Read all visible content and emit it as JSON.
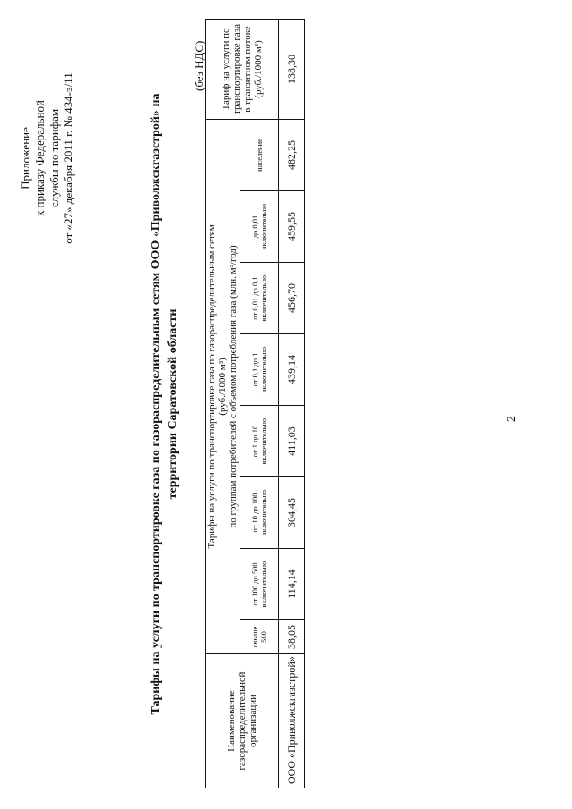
{
  "annex": {
    "line1": "Приложение",
    "line2": "к приказу Федеральной",
    "line3": "службы по тарифам",
    "line4": "от «27» декабря 2011 г. № 434-э/11"
  },
  "title": {
    "line1": "Тарифы на услуги по транспортировке газа по газораспределительным сетям ООО «Приволжскгазстрой» на",
    "line2": "территории Саратовской области"
  },
  "vat_note": "(без НДС)",
  "table": {
    "org_header": "Наименование газораспределительной организации",
    "tariff_header_line1": "Тарифы на услуги по транспортировке газа по газораспределительным сетям",
    "tariff_header_line2": "(руб./1000 м³)",
    "tariff_header_line3": "по группам потребителей с объемом потребления газа (млн. м³/год)",
    "transit_header": "Тариф на услуги по транспортировке газа в транзитном потоке (руб./1000 м³)",
    "groups": [
      "свыше 500",
      "от 100 до 500 включительно",
      "от 10 до 100 включительно",
      "от 1 до 10 включительно",
      "от 0,1 до 1 включительно",
      "от 0,01 до 0,1 включительно",
      "до 0,01 включительно",
      "население"
    ],
    "row": {
      "org": "ООО «Приволжскгазстрой»",
      "values": [
        "38,05",
        "114,14",
        "304,45",
        "411,03",
        "439,14",
        "456,70",
        "459,55",
        "482,25"
      ],
      "transit": "138,30"
    }
  },
  "page_number": "2"
}
